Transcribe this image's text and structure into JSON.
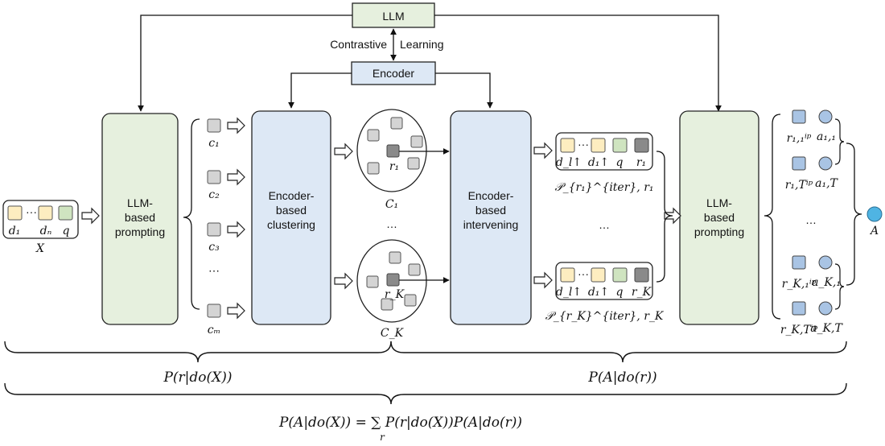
{
  "top_boxes": {
    "llm": "LLM",
    "encoder": "Encoder",
    "contrastive": "Contrastive",
    "learning": "Learning"
  },
  "stages": {
    "prompting1": [
      "LLM-",
      "based",
      "prompting"
    ],
    "clustering": [
      "Encoder-",
      "based",
      "clustering"
    ],
    "intervening": [
      "Encoder-",
      "based",
      "intervening"
    ],
    "prompting2": [
      "LLM-",
      "based",
      "prompting"
    ]
  },
  "input": {
    "d1": "d₁",
    "dots": "···",
    "dn": "dₙ",
    "q": "q",
    "caption": "X"
  },
  "clusters": {
    "c_labels": [
      "c₁",
      "c₂",
      "c₃",
      "⋯",
      "cₘ"
    ],
    "C1_rep": "r₁",
    "C1_name": "C₁",
    "CK_rep": "r_K",
    "CK_name": "C_K",
    "between": "…"
  },
  "sequences": {
    "row1": [
      "d_l↑",
      "d₁↑",
      "q",
      "r₁"
    ],
    "row2": [
      "d_l↑",
      "d₁↑",
      "q",
      "r_K"
    ],
    "cap1": "𝒫_{r₁}^{iter}, r₁",
    "cap2": "𝒫_{r_K}^{iter}, r_K",
    "between": "…",
    "dots": "···"
  },
  "outputs": {
    "r_labels": [
      "r₁,₁ⁱᵖ",
      "r₁,Tⁱᵖ",
      "r_K,₁ⁱᵖ",
      "r_K,Tⁱᵖ"
    ],
    "a_labels": [
      "a₁,₁",
      "a₁,T",
      "a_K,₁",
      "a_K,T"
    ],
    "between": "…",
    "answer": "A"
  },
  "braces": {
    "left": "P(r|do(X))",
    "right": "P(A|do(r))",
    "formula": "P(A|do(X)) = ∑ P(r|do(X))P(A|do(r))",
    "sum_sub": "r"
  },
  "colors": {
    "llm_fill": "#e6f0de",
    "encoder_fill": "#dde8f5",
    "doc_fill": "#fdedc0",
    "q_fill": "#cfe4c0",
    "rep_fill": "#8a8a8a",
    "light_sq": "#d4d4d4",
    "out_fill": "#a9c4e4",
    "answer_fill": "#4fb4e3"
  }
}
